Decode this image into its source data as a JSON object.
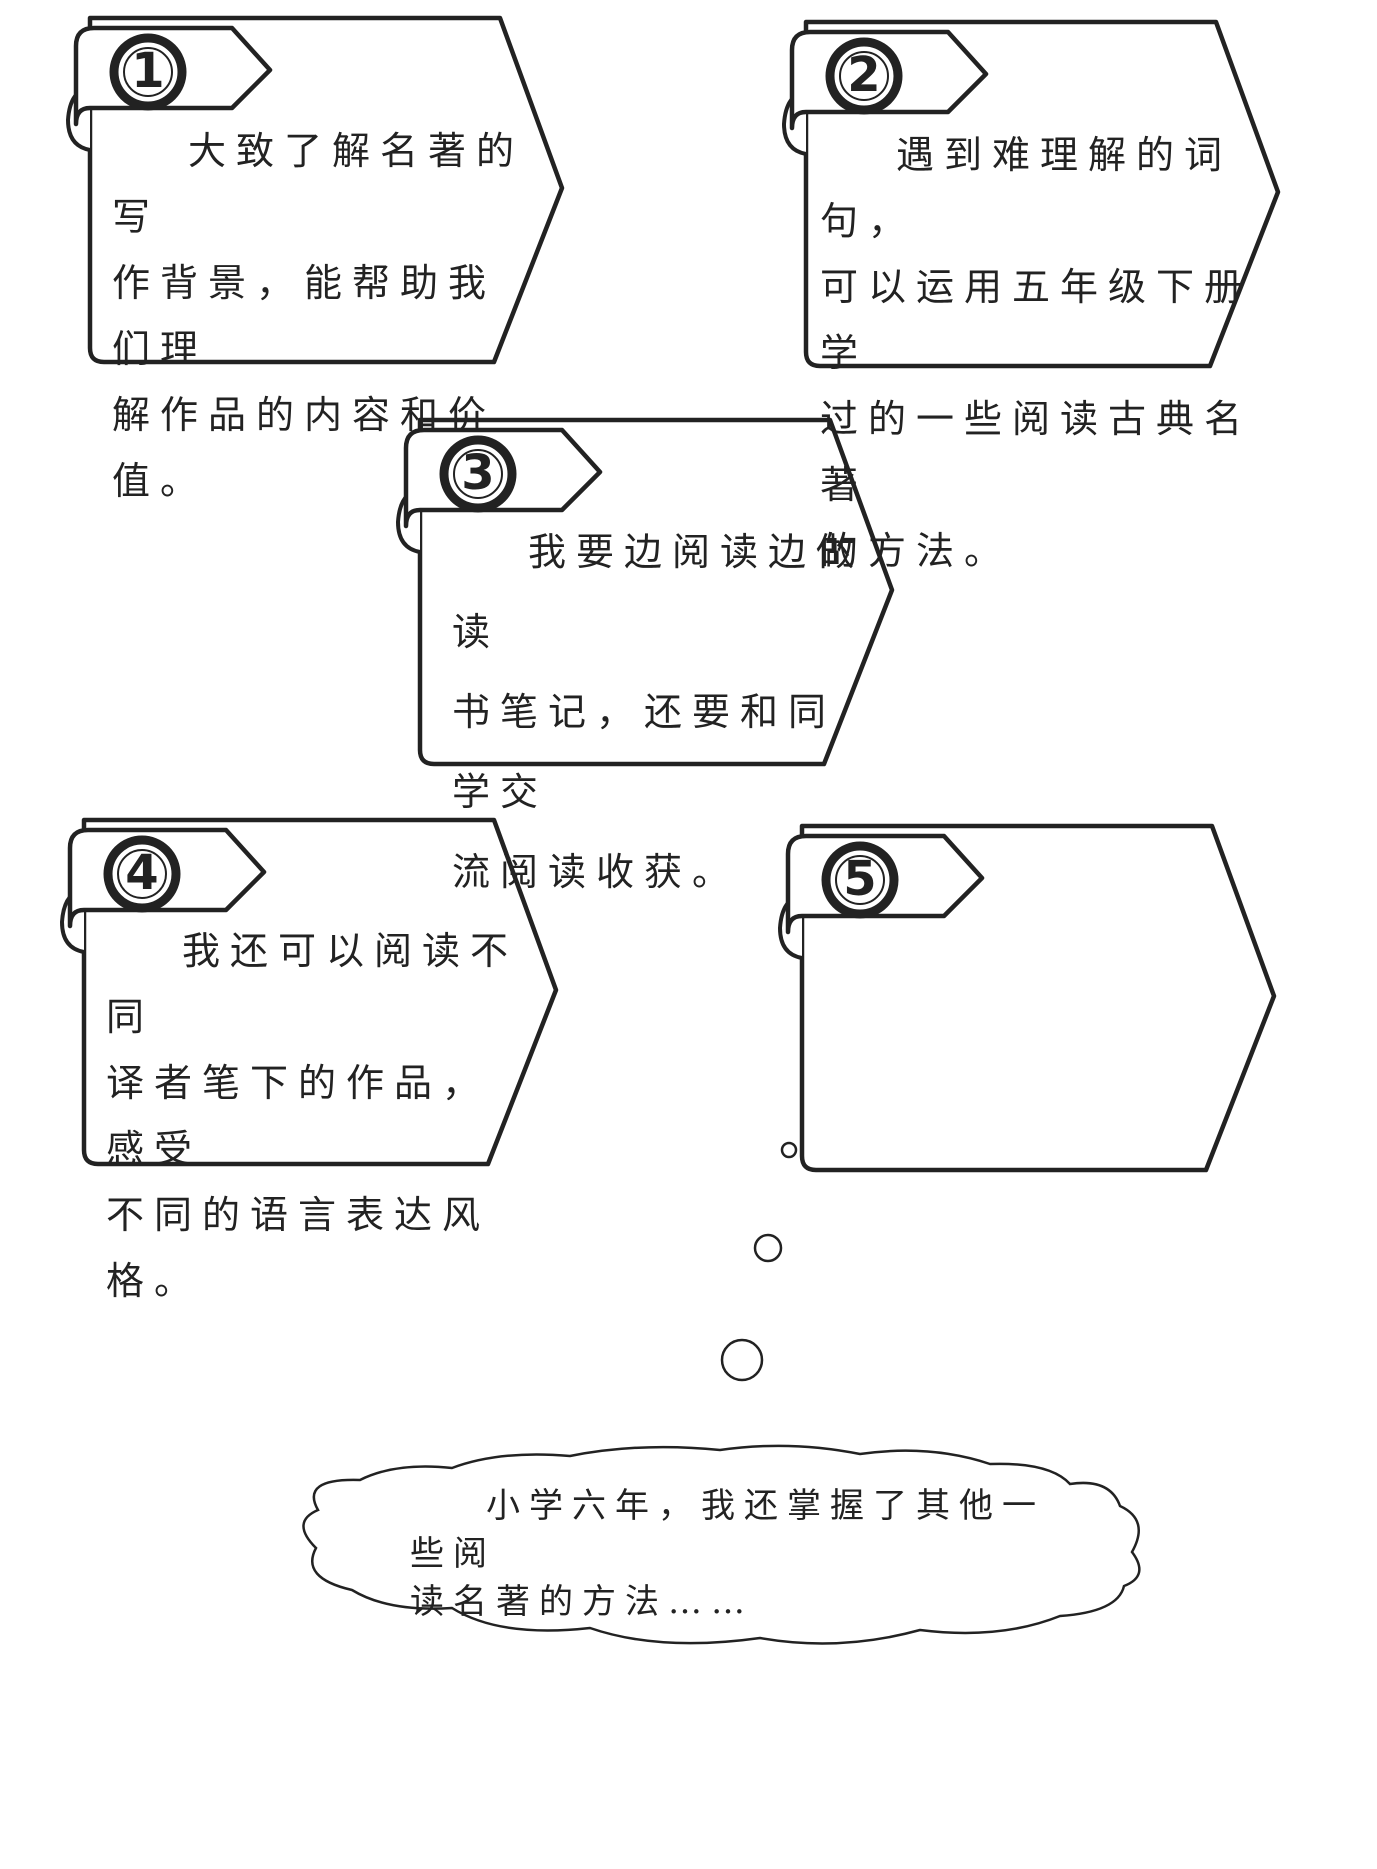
{
  "cards": [
    {
      "number": "1",
      "text": [
        "大致了解名著的写",
        "作背景，能帮助我们理",
        "解作品的内容和价值。"
      ]
    },
    {
      "number": "2",
      "text": [
        "遇到难理解的词句，",
        "可以运用五年级下册学",
        "过的一些阅读古典名著",
        "的方法。"
      ]
    },
    {
      "number": "3",
      "text": [
        "我要边阅读边做读",
        "书笔记，还要和同学交",
        "流阅读收获。"
      ]
    },
    {
      "number": "4",
      "text": [
        "我还可以阅读不同",
        "译者笔下的作品，感受",
        "不同的语言表达风格。"
      ]
    },
    {
      "number": "5",
      "text": []
    }
  ],
  "cloud": {
    "text": [
      "小学六年，我还掌握了其他一些阅",
      "读名著的方法……"
    ]
  },
  "colors": {
    "ink": "#222222",
    "paper": "#ffffff"
  }
}
